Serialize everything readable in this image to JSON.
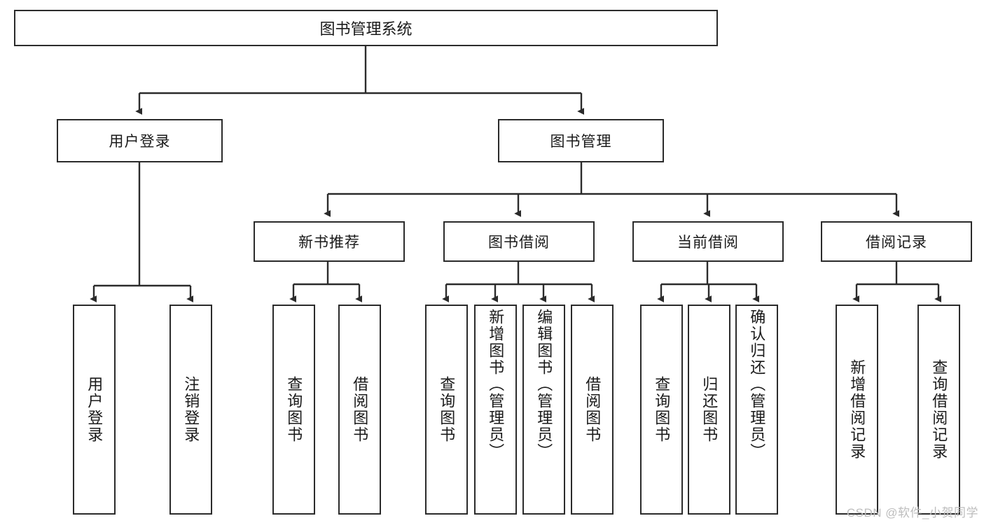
{
  "diagram": {
    "title": "图书管理系统",
    "type": "tree",
    "root": {
      "label": "图书管理系统"
    },
    "level2": [
      {
        "label": "用户登录"
      },
      {
        "label": "图书管理"
      }
    ],
    "level3": [
      {
        "label": "新书推荐"
      },
      {
        "label": "图书借阅"
      },
      {
        "label": "当前借阅"
      },
      {
        "label": "借阅记录"
      }
    ],
    "leaves": {
      "user_login": [
        {
          "label": "用户登录"
        },
        {
          "label": "注销登录"
        }
      ],
      "new_book_recommend": [
        {
          "label": "查询图书"
        },
        {
          "label": "借阅图书"
        }
      ],
      "book_borrow": [
        {
          "label": "查询图书"
        },
        {
          "label": "新增图书（管理员）"
        },
        {
          "label": "编辑图书（管理员）"
        },
        {
          "label": "借阅图书"
        }
      ],
      "current_borrow": [
        {
          "label": "查询图书"
        },
        {
          "label": "归还图书"
        },
        {
          "label": "确认归还（管理员）"
        }
      ],
      "borrow_record": [
        {
          "label": "新增借阅记录"
        },
        {
          "label": "查询借阅记录"
        }
      ]
    }
  },
  "watermark": {
    "text": "CSDN @软件_小贺同学"
  },
  "colors": {
    "line": "#2b2b2b",
    "box_fill": "#ffffff",
    "text": "#1a1a1a",
    "watermark": "#bdbdbd"
  }
}
